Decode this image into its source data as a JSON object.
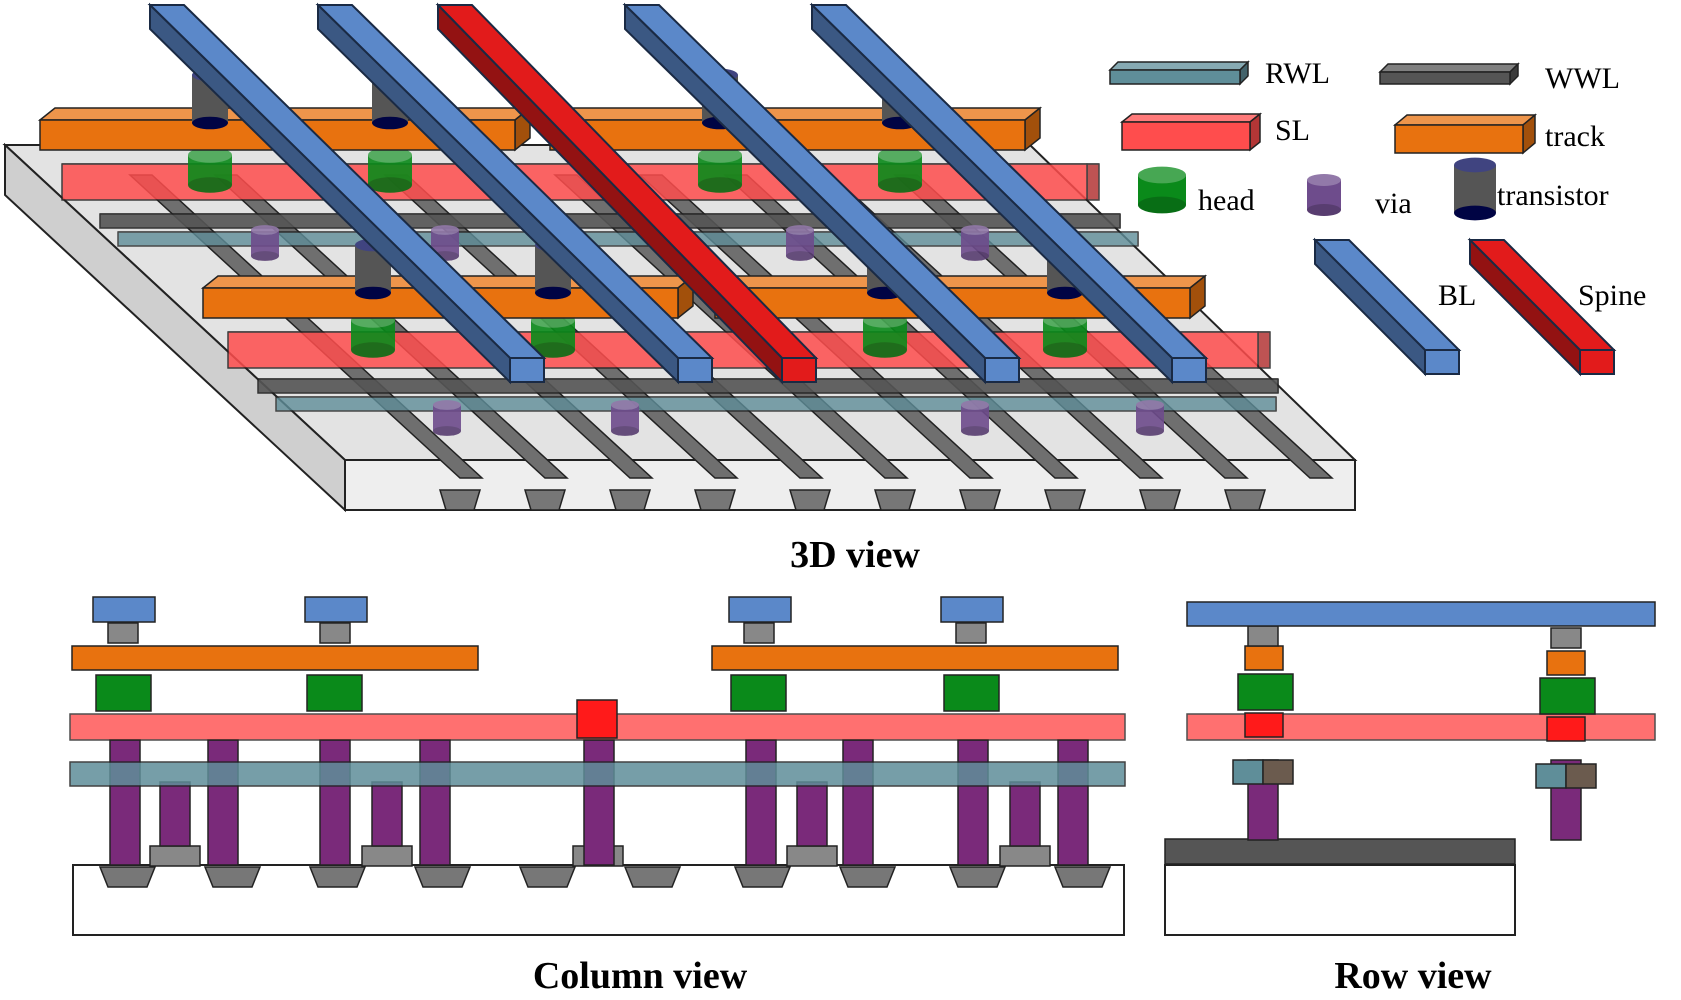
{
  "legend": {
    "rwl": "RWL",
    "wwl": "WWL",
    "sl": "SL",
    "track": "track",
    "head": "head",
    "via": "via",
    "transistor": "transistor",
    "bl": "BL",
    "spine": "Spine"
  },
  "captions": {
    "view3d": "3D view",
    "column": "Column view",
    "row": "Row view"
  },
  "colors": {
    "rwl": "#5f8e99",
    "wwl": "#555555",
    "sl": "#ff4d4d",
    "track": "#e8720f",
    "head": "#0a8a1a",
    "via": "#6e4c8c",
    "transistor": "#555555",
    "bl": "#5b88c9",
    "spine": "#e21b1b",
    "substrate": "#e3e3e3",
    "pillar": "#7a2a7a"
  }
}
